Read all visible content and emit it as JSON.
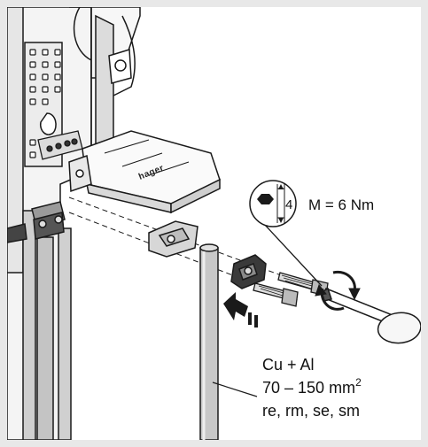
{
  "torque": {
    "size": "4",
    "label": "M = 6 Nm"
  },
  "brand": "hager",
  "cable_spec": {
    "line1": "Cu + Al",
    "line2_prefix": "70 – 150 mm",
    "line2_sup": "2",
    "line3": "re, rm, se, sm"
  },
  "colors": {
    "frame": "#e8e8e8",
    "part_fill": "#f2f2f2",
    "part_shade": "#bdbdbd",
    "dark": "#222222",
    "outline": "#1a1a1a"
  }
}
